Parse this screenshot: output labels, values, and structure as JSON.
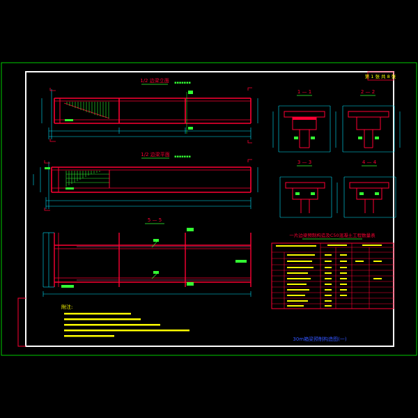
{
  "sheet": {
    "page_tag": "第 1 张  共 8 张",
    "title_block": "30m箱梁预制构造图(一)"
  },
  "views": {
    "half_elevation": "1/2  边梁立面",
    "half_plan": "1/2  边梁平面",
    "section_5": "5 — 5",
    "section_1": "1 — 1",
    "section_2": "2 — 2",
    "section_3": "3 — 3",
    "section_4": "4 — 4"
  },
  "table": {
    "title": "一片边梁预制构造及C50混凝土工程数量表"
  },
  "notes": {
    "heading": "附注:"
  },
  "colors": {
    "frame_green": "#00cc00",
    "sheet_white": "#ffffff",
    "beam_red": "#ff0033",
    "dim_cyan": "#00e5ff",
    "text_yellow": "#ffff00",
    "text_green": "#33ff33",
    "title_blue": "#3355ff",
    "magenta": "#ff00ff"
  }
}
